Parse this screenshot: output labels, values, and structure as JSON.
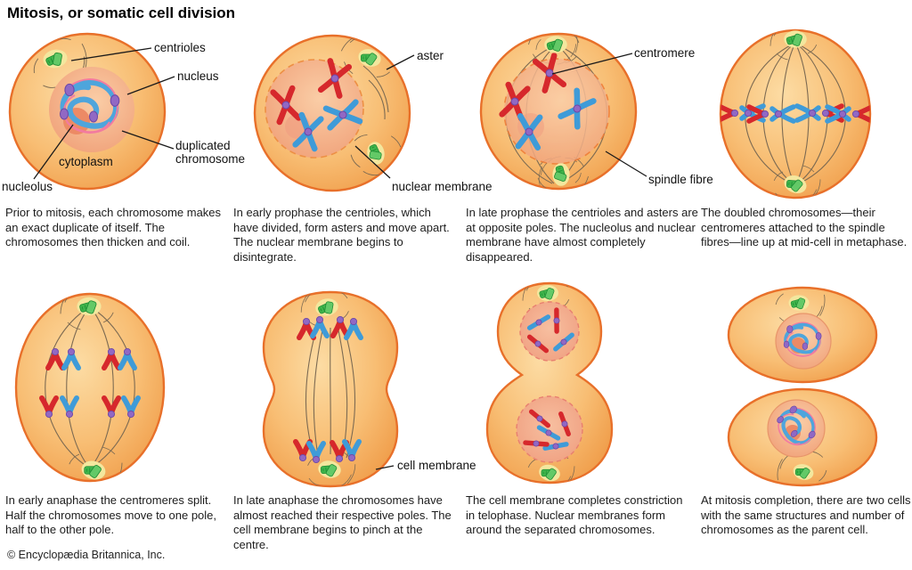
{
  "title": "Mitosis, or somatic cell division",
  "credit": "© Encyclopædia Britannica, Inc.",
  "colors": {
    "cytoplasm_orange": "#F5AE5C",
    "cell_outline": "#E8702A",
    "nucleus_salmon": "#F2A17E",
    "nucleolus": "#EC8A65",
    "chromosome_red": "#D6282C",
    "chromosome_blue": "#3F9BD8",
    "centromere_purple": "#9168C4",
    "centriole_green": "#3FB54B",
    "spindle_line": "#7C6A52"
  },
  "stages": [
    {
      "id": "interphase",
      "caption": "Prior to mitosis, each chromosome makes an exact duplicate of itself. The chromosomes then thicken and coil.",
      "labels": {
        "centrioles": "centrioles",
        "nucleus": "nucleus",
        "duplicated_chromosome": "duplicated chromosome",
        "cytoplasm": "cytoplasm",
        "nucleolus": "nucleolus"
      }
    },
    {
      "id": "early-prophase",
      "caption": "In early prophase the centrioles, which have divided, form asters and move apart. The nuclear membrane begins to disintegrate.",
      "labels": {
        "aster": "aster",
        "nuclear_membrane": "nuclear membrane"
      }
    },
    {
      "id": "late-prophase",
      "caption": "In late prophase the centrioles and asters are at opposite poles. The nucleolus and nuclear membrane have almost completely disappeared.",
      "labels": {
        "centromere": "centromere",
        "spindle_fibre": "spindle fibre"
      }
    },
    {
      "id": "metaphase",
      "caption": "The doubled chromosomes—their centromeres attached to the spindle fibres—line up at mid-cell in metaphase."
    },
    {
      "id": "early-anaphase",
      "caption": "In early anaphase the centromeres split. Half the chromosomes move to one pole, half to the other pole."
    },
    {
      "id": "late-anaphase",
      "caption": "In late anaphase the chromosomes have almost reached their respective poles. The cell membrane begins to pinch at the centre.",
      "labels": {
        "cell_membrane": "cell membrane"
      }
    },
    {
      "id": "telophase",
      "caption": "The cell membrane completes constriction in telophase. Nuclear membranes form around the separated chromosomes."
    },
    {
      "id": "completion",
      "caption": "At mitosis completion, there are two cells with the same structures and number of chromosomes as the parent cell."
    }
  ]
}
